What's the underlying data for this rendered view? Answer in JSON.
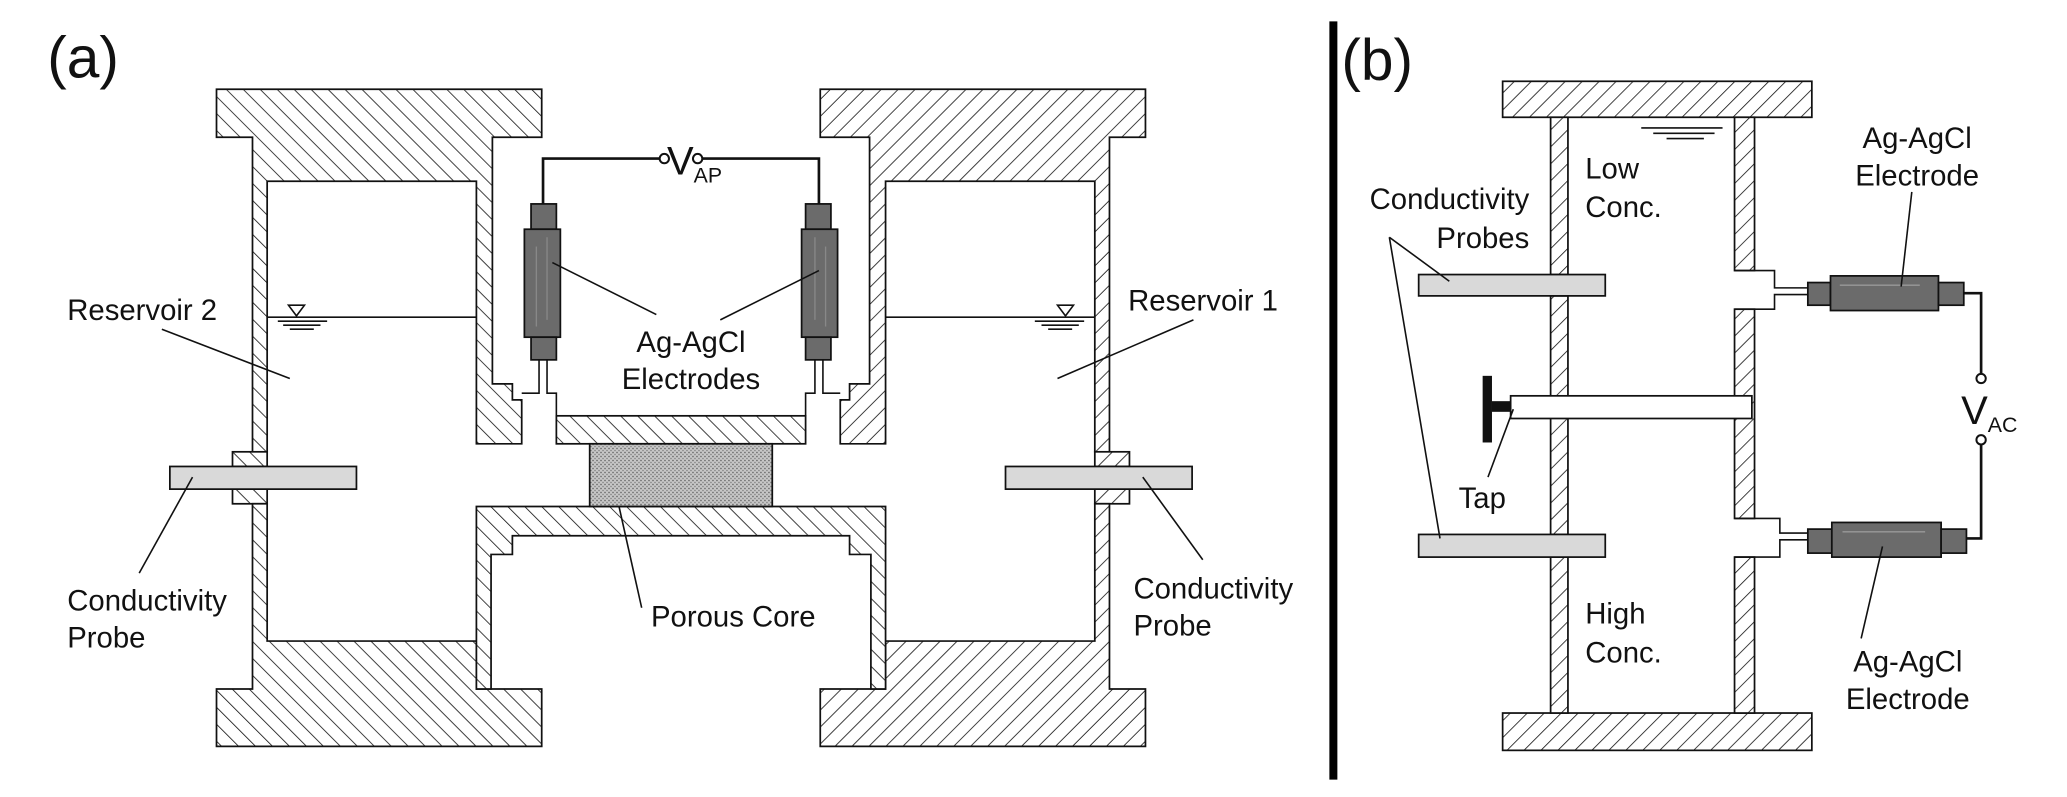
{
  "panel_a": {
    "label": "(a)",
    "reservoir_left": "Reservoir 2",
    "reservoir_right": "Reservoir 1",
    "electrodes": [
      "Ag-AgCl",
      "Electrodes"
    ],
    "voltage": {
      "symbol": "V",
      "subscript": "AP"
    },
    "probe_left": [
      "Conductivity",
      "Probe"
    ],
    "probe_right": [
      "Conductivity",
      "Probe"
    ],
    "core": "Porous Core"
  },
  "panel_b": {
    "label": "(b)",
    "low": [
      "Low",
      "Conc."
    ],
    "high": [
      "High",
      "Conc."
    ],
    "probes": [
      "Conductivity",
      "Probes"
    ],
    "tap": "Tap",
    "electrode_top": [
      "Ag-AgCl",
      "Electrode"
    ],
    "electrode_bottom": [
      "Ag-AgCl",
      "Electrode"
    ],
    "voltage": {
      "symbol": "V",
      "subscript": "AC"
    }
  },
  "colors": {
    "electrode": "#6b6b6b",
    "probe": "#d9d9d9",
    "porous_core": "#bdbdbd",
    "line": "#111111"
  }
}
